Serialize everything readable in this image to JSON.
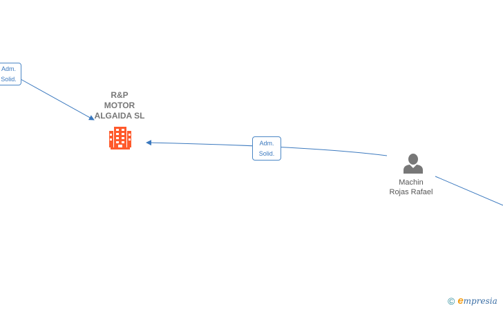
{
  "company": {
    "name_lines": [
      "R&P",
      "MOTOR",
      "ALGAIDA  SL"
    ],
    "icon": "building-icon",
    "color": "#ff5a2c"
  },
  "person": {
    "name_lines": [
      "Machin",
      "Rojas Rafael"
    ],
    "icon": "person-icon",
    "color": "#777777"
  },
  "relations": [
    {
      "label_lines": [
        "Adm.",
        "Solid."
      ]
    },
    {
      "label_lines": [
        "Adm.",
        "Solid."
      ]
    }
  ],
  "edge_color": "#3a78be",
  "footer": {
    "copyright_symbol": "©",
    "brand_initial": "e",
    "brand_rest": "mpresia"
  }
}
